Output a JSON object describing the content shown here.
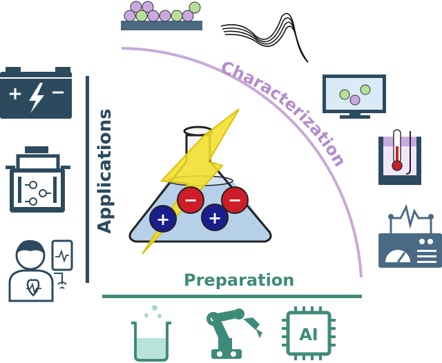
{
  "labels": {
    "characterization": "Characterization",
    "applications": "Applications",
    "preparation": "Preparation"
  },
  "ions": {
    "positive": "+",
    "negative": "−"
  },
  "icons": {
    "battery": {
      "plus": "+",
      "minus": "−"
    },
    "ai_chip": "AI"
  },
  "colors": {
    "applications": "#2b4a5e",
    "preparation": "#3f8b79",
    "characterization": "#b48ccc",
    "lightning": "#f2df2a",
    "cation": "#1b1d8c",
    "anion": "#cc1d28",
    "device": "#4a6a84"
  }
}
